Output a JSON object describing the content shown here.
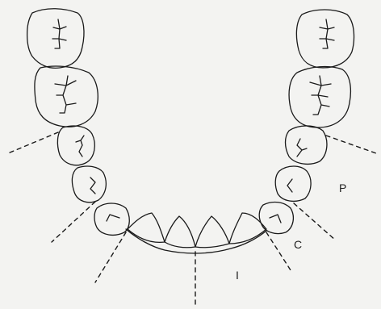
{
  "labels": {
    "premolars": "P",
    "canine": "C",
    "incisors": "I"
  },
  "colors": {
    "background": "#f3f3f1",
    "line": "#1a1a1a"
  }
}
